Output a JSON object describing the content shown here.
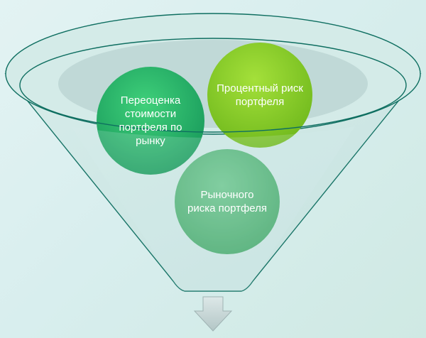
{
  "diagram": {
    "circles": [
      {
        "label": "Переоценка стоимости портфеля по рынку",
        "color": "#2db868"
      },
      {
        "label": "Процентный риск портфеля",
        "color": "#8cd02a"
      },
      {
        "label": "Рыночного риска портфеля",
        "color": "#56b878"
      }
    ],
    "colors": {
      "funnel_fill": "#cce6e4",
      "funnel_outline": "#0e6e60",
      "arrow": "#c4d4d4"
    },
    "icons": {
      "arrow": "down-arrow-icon"
    }
  }
}
